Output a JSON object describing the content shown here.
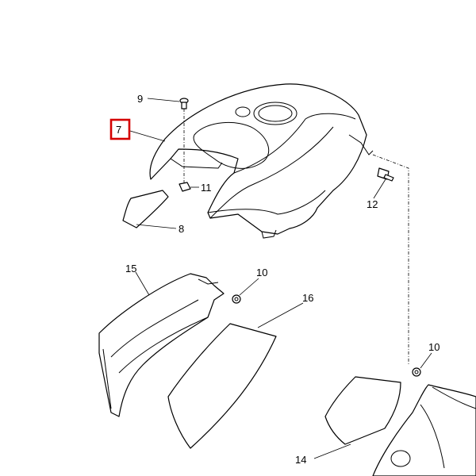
{
  "diagram": {
    "highlight_color": "#d40000",
    "selected_part": "7",
    "callouts": [
      {
        "id": "c7",
        "label": "7"
      },
      {
        "id": "c8",
        "label": "8"
      },
      {
        "id": "c9",
        "label": "9"
      },
      {
        "id": "c10a",
        "label": "10"
      },
      {
        "id": "c10b",
        "label": "10"
      },
      {
        "id": "c11",
        "label": "11"
      },
      {
        "id": "c12",
        "label": "12"
      },
      {
        "id": "c14",
        "label": "14"
      },
      {
        "id": "c15",
        "label": "15"
      },
      {
        "id": "c16",
        "label": "16"
      }
    ]
  }
}
